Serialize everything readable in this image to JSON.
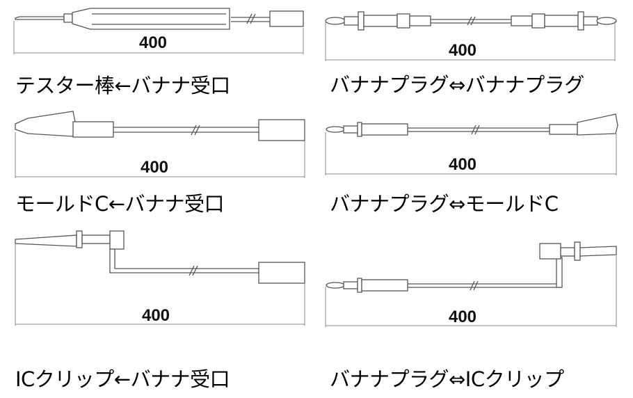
{
  "items": [
    {
      "dimension": "400",
      "caption": "テスター棒←バナナ受口"
    },
    {
      "dimension": "400",
      "caption": "バナナプラグ⇔バナナプラグ"
    },
    {
      "dimension": "400",
      "caption": "モールドC←バナナ受口"
    },
    {
      "dimension": "400",
      "caption": "バナナプラグ⇔モールドC"
    },
    {
      "dimension": "400",
      "caption": "ICクリップ←バナナ受口"
    },
    {
      "dimension": "400",
      "caption": "バナナプラグ⇔ICクリップ"
    }
  ]
}
